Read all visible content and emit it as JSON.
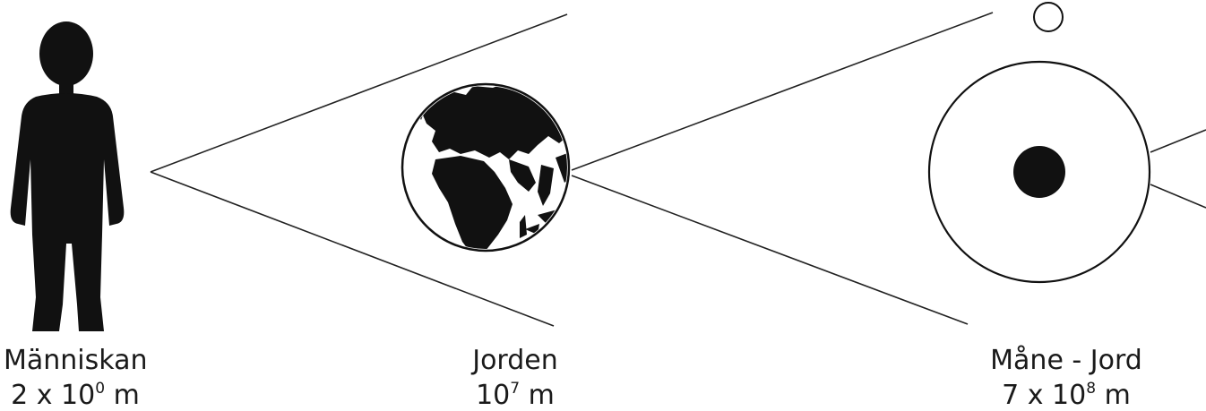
{
  "labels": {
    "human": {
      "name": "Människan",
      "size_prefix": "2 x 10",
      "size_exp": "0",
      "size_unit": "m"
    },
    "earth": {
      "name": "Jorden",
      "size_prefix": "10",
      "size_exp": "7",
      "size_unit": "m"
    },
    "earth_moon": {
      "name": "Måne - Jord",
      "size_prefix": "7 x 10",
      "size_exp": "8",
      "size_unit": "m"
    }
  },
  "colors": {
    "ink": "#111111",
    "background": "#ffffff"
  },
  "icons": [
    "human-silhouette-icon",
    "earth-globe-icon",
    "moon-orbit-icon"
  ]
}
